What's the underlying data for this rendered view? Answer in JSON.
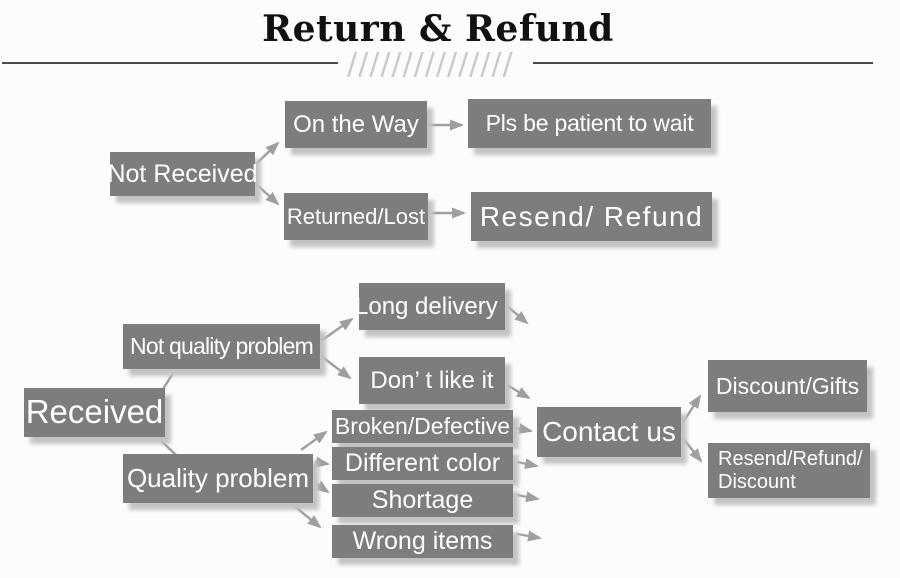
{
  "title": "Return & Refund",
  "decoration": {
    "hatch": "///////////////"
  },
  "palette": {
    "background": "#fcfcfc",
    "box_bg": "#7d7d7d",
    "box_text": "#ffffff",
    "connector": "#9f9f9f",
    "rule": "#4a4a4a",
    "hatch_color": "#c9c9c9",
    "title_color": "#111111"
  },
  "nodes": {
    "not_received": "Not Received",
    "on_the_way": "On the Way",
    "pls_wait": "Pls be patient to wait",
    "returned_lost": "Returned/Lost",
    "resend_refund": "Resend/ Refund",
    "received": "Received",
    "not_quality_problem": "Not quality problem",
    "quality_problem": "Quality problem",
    "long_delivery": "Long delivery",
    "dont_like_it": "Don’ t like it",
    "broken_defective": "Broken/Defective",
    "different_color": "Different color",
    "shortage": "Shortage",
    "wrong_items": "Wrong items",
    "contact_us": "Contact us",
    "discount_gifts": "Discount/Gifts",
    "resend_refund_discount_line1": "Resend/Refund/",
    "resend_refund_discount_line2": "Discount"
  },
  "edges": [
    {
      "from": "Not Received",
      "to": "On the Way"
    },
    {
      "from": "Not Received",
      "to": "Returned/Lost"
    },
    {
      "from": "On the Way",
      "to": "Pls be patient to wait"
    },
    {
      "from": "Returned/Lost",
      "to": "Resend/ Refund"
    },
    {
      "from": "Received",
      "to": "Not quality problem"
    },
    {
      "from": "Received",
      "to": "Quality problem"
    },
    {
      "from": "Not quality problem",
      "to": "Long delivery"
    },
    {
      "from": "Not quality problem",
      "to": "Don’ t like it"
    },
    {
      "from": "Quality problem",
      "to": "Broken/Defective"
    },
    {
      "from": "Quality problem",
      "to": "Different color"
    },
    {
      "from": "Quality problem",
      "to": "Shortage"
    },
    {
      "from": "Quality problem",
      "to": "Wrong items"
    },
    {
      "from": "Broken/Defective",
      "to": "Contact us"
    },
    {
      "from": "Contact us",
      "to": "Discount/Gifts"
    },
    {
      "from": "Contact us",
      "to": "Resend/Refund/Discount"
    }
  ]
}
